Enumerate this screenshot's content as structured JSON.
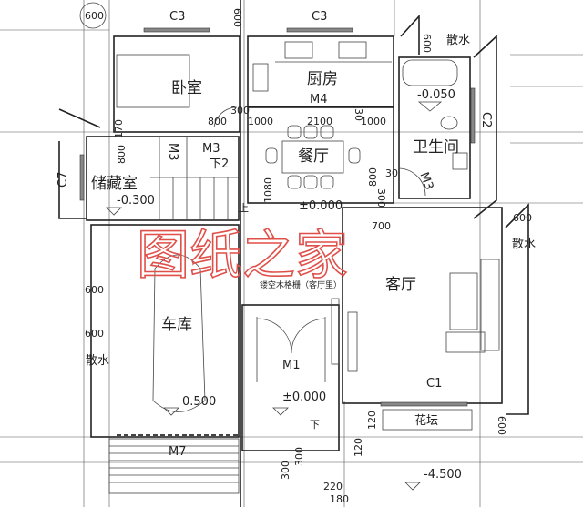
{
  "title": "",
  "watermark": "图纸之家",
  "rooms": {
    "bedroom": "卧室",
    "kitchen": "厨房",
    "dining": "餐厅",
    "bathroom": "卫生间",
    "storage": "储藏室",
    "garage": "车库",
    "living": "客厅",
    "flowerbed": "花坛"
  },
  "openings": {
    "c3_left": "C3",
    "c3_right": "C3",
    "c2": "C2",
    "c7": "C7",
    "c1": "C1",
    "m4": "M4",
    "m3_a": "M3",
    "m3_b": "M3",
    "m3_c": "M3",
    "m1": "M1",
    "m7": "M7"
  },
  "levels": {
    "bath": "-0.050",
    "storage": "-0.300",
    "dining": "±0.000",
    "entry": "±0.000",
    "garage": "0.500",
    "outside": "-4.500"
  },
  "notes": {
    "stair_down": "下2",
    "apron_top": "散水",
    "apron_right": "散水",
    "apron_left": "散水",
    "screen": "镂空木格栅（客厅里）",
    "up": "上",
    "down": "下"
  },
  "dimensions": {
    "top_600_circle": "600",
    "top_600_mid": "600",
    "apron_600_top": "600",
    "d800_bed": "800",
    "d300_bed": "300",
    "d1000_l": "1000",
    "d2100": "2100",
    "d1000_r": "1000",
    "d30_k": "30",
    "d800_store": "800",
    "d170": "170",
    "d1080": "1080",
    "d800_bath": "800",
    "d30_bath": "30",
    "d300_bath": "300",
    "d700": "700",
    "d600_right": "600",
    "d600_left1": "600",
    "d600_left2": "600",
    "d600_fb": "600",
    "d300_a": "300",
    "d300_b": "300",
    "d120": "120",
    "d120b": "120",
    "d220": "220",
    "d180": "180"
  },
  "colors": {
    "lines": "#222222",
    "watermark": "#e0504a"
  }
}
